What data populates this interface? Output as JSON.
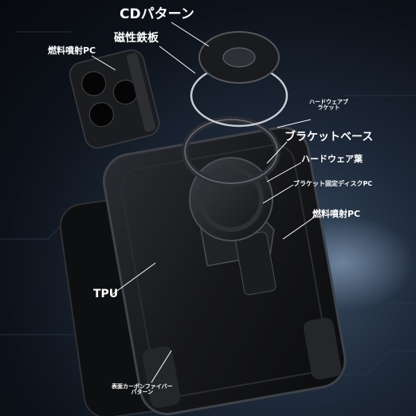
{
  "labels": {
    "cd_pattern": "CDパターン",
    "magnetic_plate": "磁性鉄板",
    "fuel_spray_pc_top": "燃料噴射PC",
    "hardware_bracket_line1": "ハードウェアブ",
    "hardware_bracket_line2": "ラケット",
    "bracket_base": "ブラケットベース",
    "hardware_leaf": "ハードウェア葉",
    "bracket_fixed_disc_pc": "ブラケット固定ディスクPC",
    "fuel_spray_pc_right": "燃料噴射PC",
    "tpu": "TPU",
    "carbon_fiber_line1": "表面カーボンファイバー",
    "carbon_fiber_line2": "パターン"
  },
  "colors": {
    "background": "#0c0f14",
    "label_text": "#ffffff",
    "case_black": "#1a1b1e",
    "ring_silver": "#c9ccd1"
  }
}
